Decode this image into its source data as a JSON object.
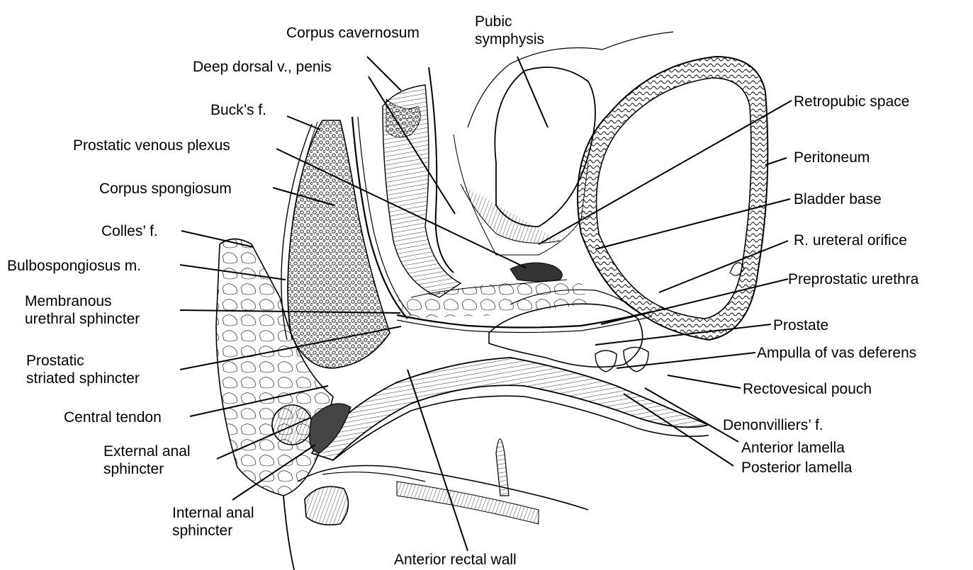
{
  "labels": {
    "corpus_cavernosum": "Corpus cavernosum",
    "pubic_symphysis_1": "Pubic",
    "pubic_symphysis_2": "symphysis",
    "deep_dorsal_vein": "Deep dorsal v., penis",
    "bucks_fascia": "Buck’s f.",
    "prostatic_venous_plexus": "Prostatic venous plexus",
    "corpus_spongiosum": "Corpus spongiosum",
    "colles_fascia": "Colles’ f.",
    "bulbospongiosus": "Bulbospongiosus m.",
    "membranous_sphincter_1": "Membranous",
    "membranous_sphincter_2": "urethral sphincter",
    "prostatic_striated_1": "Prostatic",
    "prostatic_striated_2": "striated sphincter",
    "central_tendon": "Central tendon",
    "external_anal_1": "External anal",
    "external_anal_2": "sphincter",
    "internal_anal_1": "Internal anal",
    "internal_anal_2": "sphincter",
    "anterior_rectal_wall": "Anterior rectal wall",
    "retropubic_space": "Retropubic space",
    "peritoneum": "Peritoneum",
    "bladder_base": "Bladder base",
    "ureteral_orifice": "R. ureteral orifice",
    "preprostatic_urethra": "Preprostatic urethra",
    "prostate": "Prostate",
    "ampulla": "Ampulla of vas deferens",
    "rectovesical_pouch": "Rectovesical pouch",
    "denonvilliers": "Denonvilliers’ f.",
    "anterior_lamella": "Anterior lamella",
    "posterior_lamella": "Posterior lamella"
  },
  "colors": {
    "ink": "#000000",
    "background": "#ffffff",
    "tissue_shade": "#f2f2f2"
  }
}
